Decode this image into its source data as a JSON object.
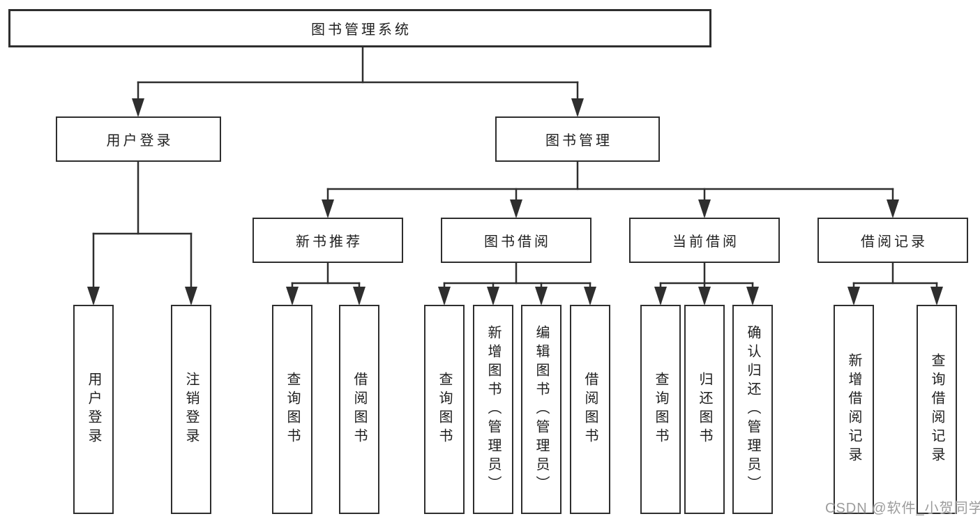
{
  "root": {
    "label": "图书管理系统"
  },
  "level2": {
    "user_login": {
      "label": "用户登录"
    },
    "book_mgmt": {
      "label": "图书管理"
    }
  },
  "level3": {
    "new_book_rec": {
      "label": "新书推荐"
    },
    "book_borrow": {
      "label": "图书借阅"
    },
    "current_borrow": {
      "label": "当前借阅"
    },
    "borrow_record": {
      "label": "借阅记录"
    }
  },
  "leaves": {
    "user_login": [
      "用户登录",
      "注销登录"
    ],
    "new_book_rec": [
      "查询图书",
      "借阅图书"
    ],
    "book_borrow": [
      "查询图书",
      "新增图书（管理员）",
      "编辑图书（管理员）",
      "借阅图书"
    ],
    "current_borrow": [
      "查询图书",
      "归还图书",
      "确认归还（管理员）"
    ],
    "borrow_record": [
      "新增借阅记录",
      "查询借阅记录"
    ]
  },
  "watermark": {
    "text": "CSDN @软件_小贺同学",
    "color": "#9c9c9c"
  },
  "colors": {
    "line": "#2e2e2e",
    "box_border": "#2e2e2e",
    "box_fill": "#ffffff",
    "background": "#ffffff",
    "text": "#1f1f1f"
  }
}
